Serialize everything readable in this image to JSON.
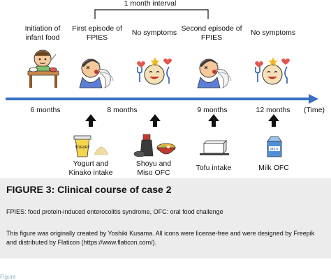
{
  "diagram": {
    "interval_label": "1 month interval",
    "events": [
      {
        "label_line1": "Initiation of",
        "label_line2": "infant food",
        "icon": "child-eating-icon"
      },
      {
        "label_line1": "First episode of",
        "label_line2": "FPIES",
        "icon": "vomiting-child-icon"
      },
      {
        "label_line1": "No symptoms",
        "label_line2": "",
        "icon": "happy-face-icon"
      },
      {
        "label_line1": "Second episode of",
        "label_line2": "FPIES",
        "icon": "vomiting-child-icon"
      },
      {
        "label_line1": "No symptoms",
        "label_line2": "",
        "icon": "happy-face-icon"
      }
    ],
    "timeline": {
      "ticks": [
        "6 months",
        "8 months",
        "9 months",
        "12 months"
      ],
      "end_label": "(Time)",
      "color": "#3a6fc4"
    },
    "challenges": [
      {
        "line1": "Yogurt and",
        "line2": "Kinako intake",
        "icon": "yogurt-kinako-icon"
      },
      {
        "line1": "Shoyu and",
        "line2": "Miso OFC",
        "icon": "shoyu-miso-icon"
      },
      {
        "line1": "Tofu intake",
        "line2": "",
        "icon": "tofu-icon"
      },
      {
        "line1": "Milk OFC",
        "line2": "",
        "icon": "milk-icon"
      }
    ],
    "yogurt_text": "YOGURT",
    "milk_text": "MILK"
  },
  "caption": {
    "title": "FIGURE 3: Clinical course of case 2",
    "abbrev": "FPIES: food protein-induced enterocolitis syndrome, OFC: oral food challenge",
    "credit": "This figure was originally created by Yoshiki Kusama. All icons were license-free and were designed by Freepik and distributed by Flaticon (https://www.flaticon.com/).",
    "fragment": "Figure"
  }
}
